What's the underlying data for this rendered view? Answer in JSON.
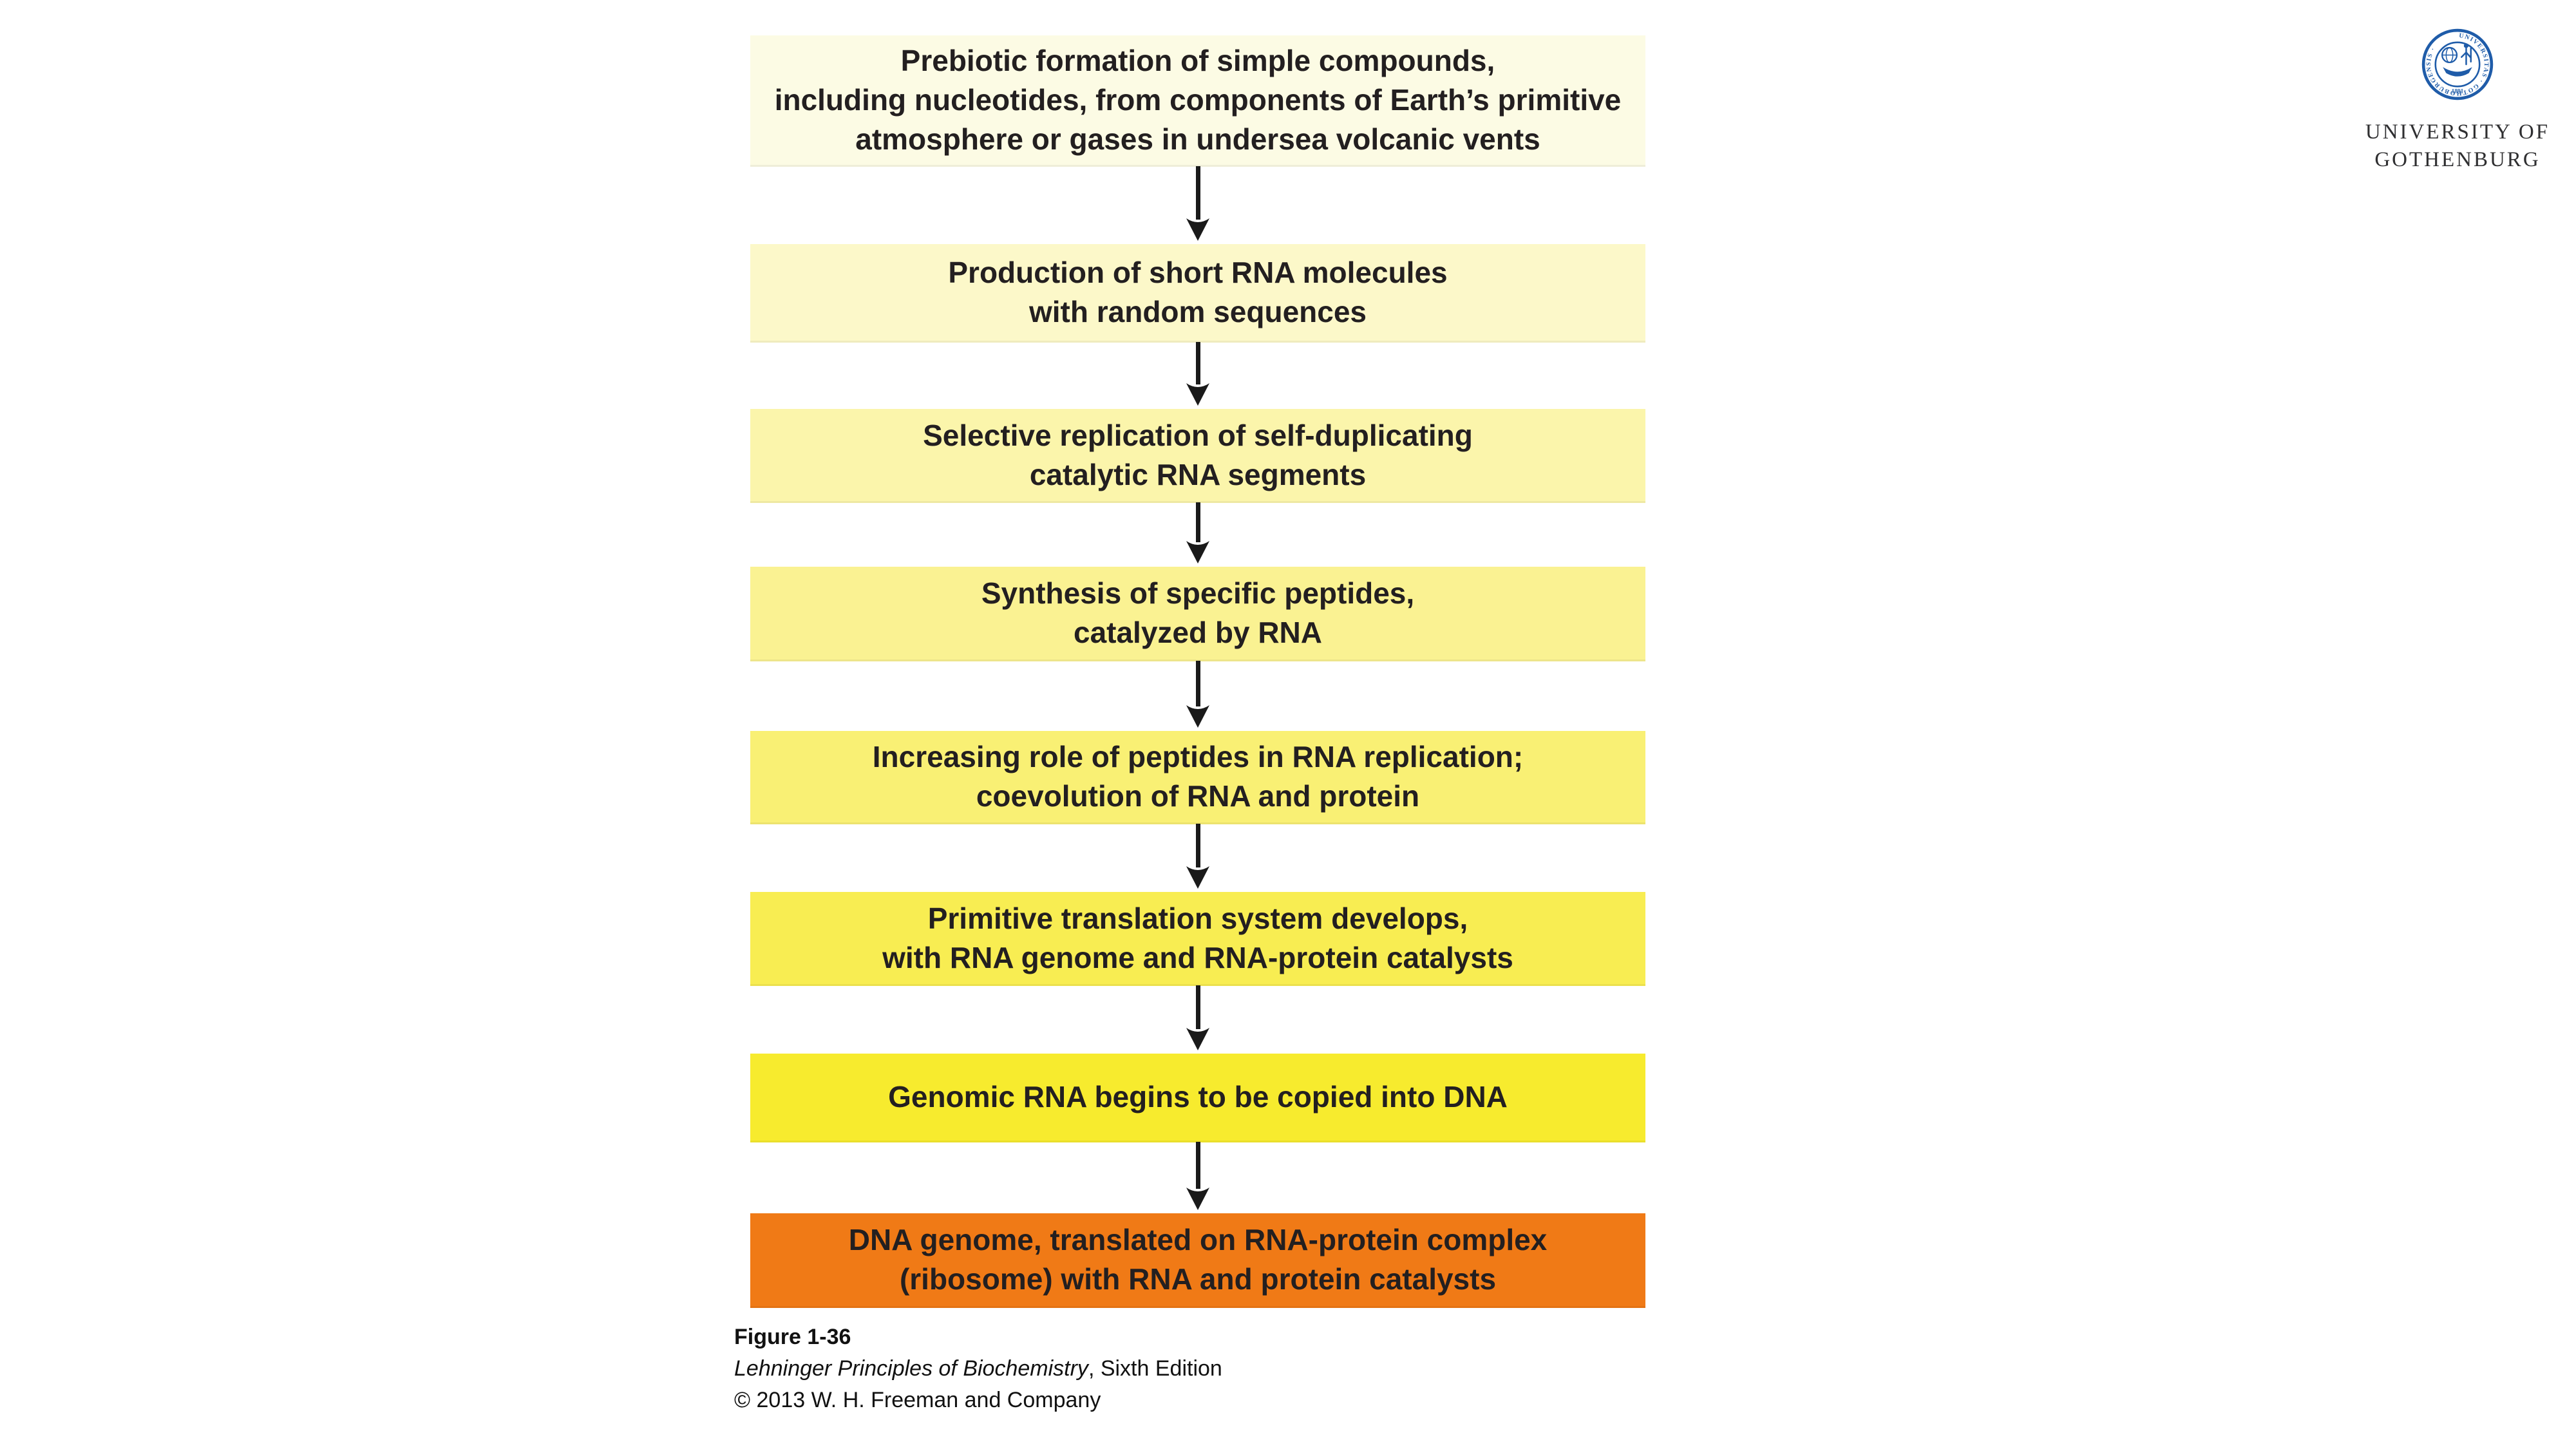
{
  "slide": {
    "background": "#FFFFFF"
  },
  "flowchart": {
    "arrow_color": "#1A1A1A",
    "text_color": "#231F20",
    "steps": [
      {
        "text": "Prebiotic formation of simple compounds,\nincluding nucleotides, from components of Earth’s primitive\natmosphere or gases in undersea volcanic vents",
        "bg": "#FCFBE4"
      },
      {
        "text": "Production of short RNA molecules\nwith random sequences",
        "bg": "#FCF8C9"
      },
      {
        "text": "Selective replication of self-duplicating\ncatalytic RNA segments",
        "bg": "#FBF5AB"
      },
      {
        "text": "Synthesis of specific peptides,\ncatalyzed by RNA",
        "bg": "#FAF292"
      },
      {
        "text": "Increasing role of peptides in RNA replication;\ncoevolution of RNA and protein",
        "bg": "#F9F074"
      },
      {
        "text": "Primitive translation system develops,\nwith RNA genome and RNA-protein catalysts",
        "bg": "#F8ED52"
      },
      {
        "text": "Genomic RNA begins to be copied into DNA",
        "bg": "#F7EB2E"
      },
      {
        "text": "DNA genome, translated on RNA-protein complex\n(ribosome) with RNA and protein catalysts",
        "bg": "#F07A16"
      }
    ]
  },
  "caption": {
    "figure_label": "Figure 1-36",
    "book_title": "Lehninger Principles of Biochemistry",
    "edition": ", Sixth Edition",
    "copyright": "© 2013 W. H. Freeman and Company"
  },
  "logo": {
    "seal": {
      "ring_text": "UNIVERSITAS · GOTHOBURGENSIS ·",
      "year": "1891",
      "color": "#1F5CA9"
    },
    "wordmark": {
      "line1": "UNIVERSITY OF",
      "line2": "GOTHENBURG",
      "color": "#2F2F31"
    }
  }
}
